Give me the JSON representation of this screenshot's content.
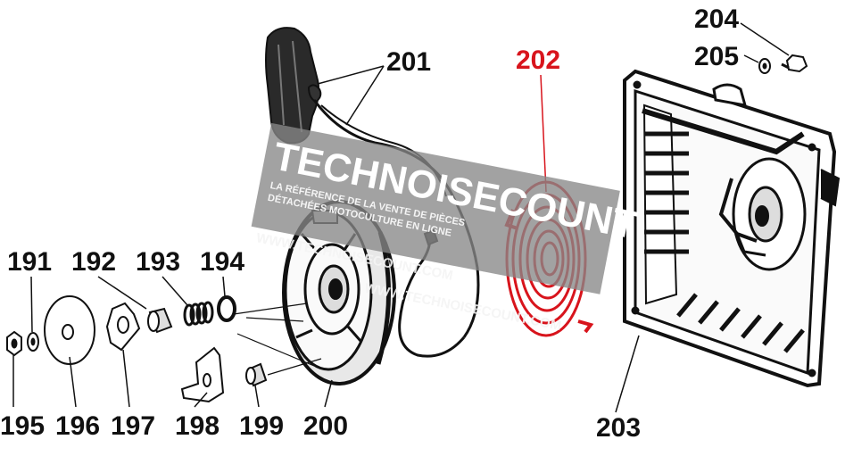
{
  "diagram": {
    "parts": [
      {
        "id": "191",
        "highlighted": false
      },
      {
        "id": "192",
        "highlighted": false
      },
      {
        "id": "193",
        "highlighted": false
      },
      {
        "id": "194",
        "highlighted": false
      },
      {
        "id": "195",
        "highlighted": false
      },
      {
        "id": "196",
        "highlighted": false
      },
      {
        "id": "197",
        "highlighted": false
      },
      {
        "id": "198",
        "highlighted": false
      },
      {
        "id": "199",
        "highlighted": false
      },
      {
        "id": "200",
        "highlighted": false
      },
      {
        "id": "201",
        "highlighted": false
      },
      {
        "id": "202",
        "highlighted": true
      },
      {
        "id": "203",
        "highlighted": false
      },
      {
        "id": "204",
        "highlighted": false
      },
      {
        "id": "205",
        "highlighted": false
      }
    ],
    "highlight_color": "#d8141c",
    "line_color": "#111111"
  },
  "watermark": {
    "brand": "TECHNOISECOUNT",
    "tagline_1": "LA RÉFÉRENCE DE LA VENTE DE PIÈCES",
    "tagline_2": "DÉTACHÉES MOTOCULTURE EN LIGNE",
    "url_1": "WWW.TECHNOISECOUNT.COM",
    "url_2": "WWW.TECHNOISECOUNT.COM"
  }
}
